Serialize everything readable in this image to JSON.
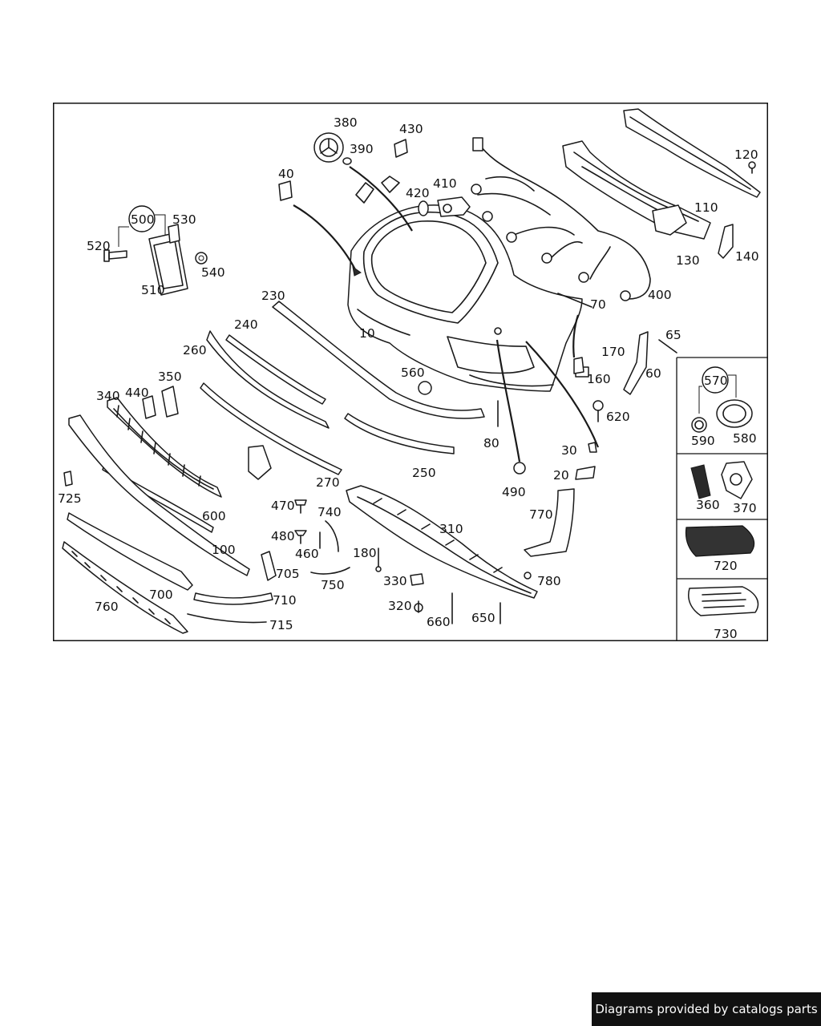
{
  "labels": {
    "p10": "10",
    "p20": "20",
    "p30": "30",
    "p40": "40",
    "p60": "60",
    "p65": "65",
    "p70": "70",
    "p80": "80",
    "p100": "100",
    "p110": "110",
    "p120": "120",
    "p130": "130",
    "p140": "140",
    "p160": "160",
    "p170": "170",
    "p180": "180",
    "p230": "230",
    "p240": "240",
    "p250": "250",
    "p260": "260",
    "p270": "270",
    "p310": "310",
    "p320": "320",
    "p330": "330",
    "p340": "340",
    "p350": "350",
    "p360": "360",
    "p370": "370",
    "p380": "380",
    "p390": "390",
    "p400": "400",
    "p410": "410",
    "p420": "420",
    "p430": "430",
    "p440": "440",
    "p460": "460",
    "p470": "470",
    "p480": "480",
    "p490": "490",
    "p500": "500",
    "p510": "510",
    "p520": "520",
    "p530": "530",
    "p540": "540",
    "p560": "560",
    "p570": "570",
    "p580": "580",
    "p590": "590",
    "p600": "600",
    "p620": "620",
    "p650": "650",
    "p660": "660",
    "p700": "700",
    "p705": "705",
    "p710": "710",
    "p715": "715",
    "p720": "720",
    "p725": "725",
    "p730": "730",
    "p740": "740",
    "p750": "750",
    "p760": "760",
    "p770": "770",
    "p780": "780"
  },
  "credit": "Diagrams provided by catalogs parts"
}
